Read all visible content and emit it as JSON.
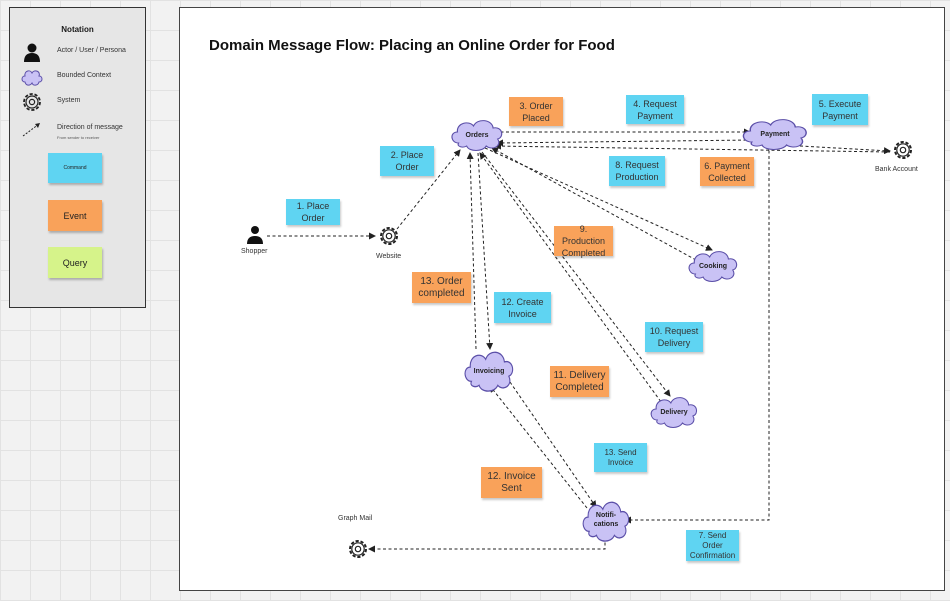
{
  "title": "Domain Message Flow: Placing an Online Order for Food",
  "legend": {
    "title": "Notation",
    "actor": "Actor / User / Persona",
    "context": "Bounded Context",
    "system": "System",
    "direction": "Direction of message",
    "direction_sub": "From sender to receiver",
    "command": "Command",
    "event": "Event",
    "query": "Query"
  },
  "nodes": {
    "shopper": "Shopper",
    "website": "Website",
    "orders": "Orders",
    "payment": "Payment",
    "bank": "Bank Account",
    "cooking": "Cooking",
    "invoicing": "Invoicing",
    "delivery": "Delivery",
    "notifications": "Notifi-\ncations",
    "graphmail": "Graph Mail"
  },
  "stickies": {
    "s1": "1. Place Order",
    "s2": "2. Place Order",
    "s3": "3. Order Placed",
    "s4": "4. Request Payment",
    "s5": "5. Execute Payment",
    "s6": "6. Payment Collected",
    "s7": "7. Send Order Confirmation",
    "s8": "8. Request Production",
    "s9": "9. Production Completed",
    "s10": "10. Request Delivery",
    "s11": "11. Delivery Completed",
    "s12a": "12. Create Invoice",
    "s12b": "12. Invoice Sent",
    "s13a": "13. Order completed",
    "s13b": "13. Send Invoice"
  },
  "colors": {
    "command": "#5fd4f2",
    "event": "#f9a25a",
    "query": "#d6f38a",
    "context": "#c9c2f5",
    "context_stroke": "#5b4fa8"
  },
  "icons": {
    "actor": "person-icon",
    "context": "cloud-icon",
    "system": "gear-icon",
    "direction": "dashed-arrow-icon"
  }
}
